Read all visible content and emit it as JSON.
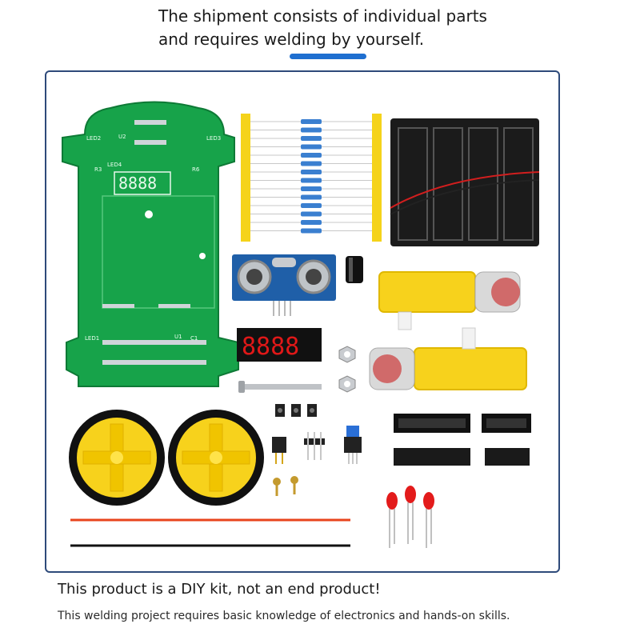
{
  "header": {
    "line1": "The shipment consists of individual parts",
    "line2": "and requires welding by yourself."
  },
  "photo": {
    "pcb_labels": [
      "LED2",
      "LED3",
      "U2",
      "R3",
      "R6",
      "LED4",
      "LED1",
      "C1",
      "U1"
    ]
  },
  "footer": {
    "line1": "This product is a DIY kit, not an end product!",
    "line2": "This welding project requires basic knowledge of electronics and hands-on skills."
  },
  "colors": {
    "accent": "#1f6fd0",
    "frame_border": "#2e4a7a",
    "pcb_green": "#17a34a",
    "wheel_yellow": "#f7d21c"
  }
}
